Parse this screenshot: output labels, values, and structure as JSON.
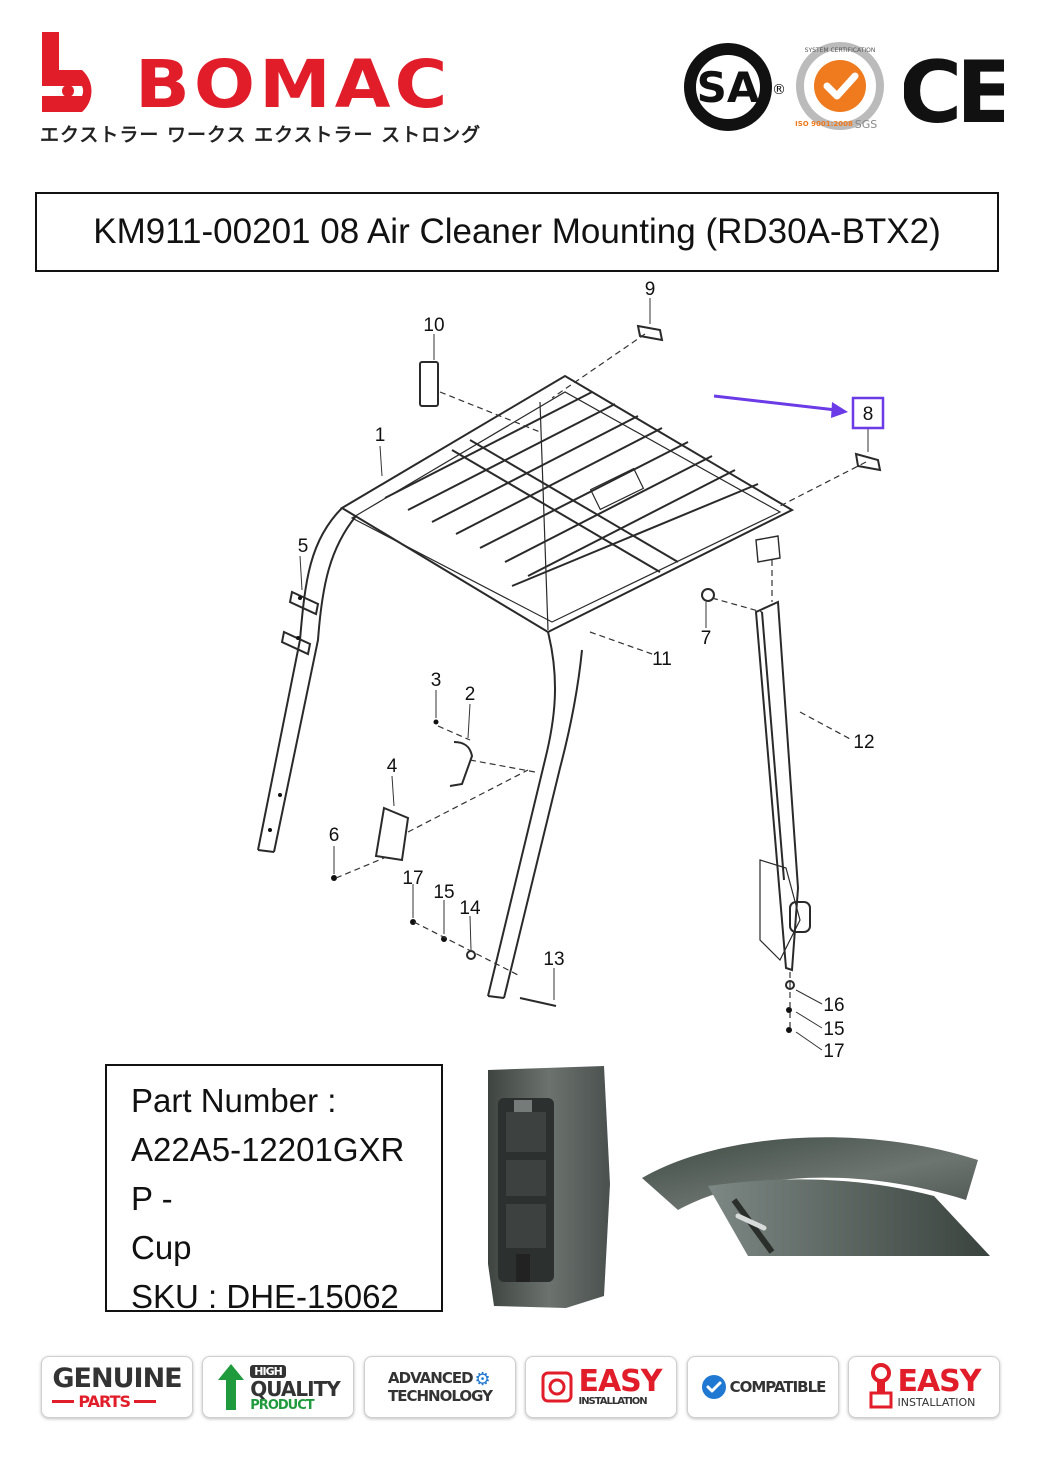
{
  "header": {
    "brand_name": "BOMAC",
    "brand_tagline": "エクストラー ワークス エクストラー ストロング",
    "certifications": {
      "csa": "SA",
      "iso_ring_top": "SYSTEM CERTIFICATION",
      "iso_ring_bottom": "ISO 9001:2008",
      "iso_sgs": "SGS",
      "ce": "CE"
    }
  },
  "title": "KM911-00201 08 Air Cleaner Mounting (RD30A-BTX2)",
  "diagram": {
    "callouts": [
      "1",
      "2",
      "3",
      "4",
      "5",
      "6",
      "7",
      "8",
      "9",
      "10",
      "11",
      "12",
      "13",
      "14",
      "15",
      "16",
      "17",
      "15",
      "17"
    ],
    "highlighted_callout": "8",
    "highlight_color": "#6a3be6"
  },
  "part_info": {
    "lines": [
      "Part Number :",
      "A22A5-12201GXR",
      "P -",
      "Cup",
      "SKU : DHE-15062"
    ]
  },
  "badges": [
    {
      "line1": "GENUINE",
      "line2": "PARTS"
    },
    {
      "line1": "HIGH",
      "line2": "QUALITY",
      "line3": "PRODUCT"
    },
    {
      "line1": "ADVANCED",
      "line2": "TECHNOLOGY"
    },
    {
      "line1": "EASY",
      "line2": "INSTALLATION"
    },
    {
      "line1": "COMPATIBLE"
    },
    {
      "line1": "EASY",
      "line2": "INSTALLATION"
    }
  ],
  "colors": {
    "brand_red": "#e11d2a",
    "green": "#1f9a3c",
    "blue": "#1f78d1",
    "orange": "#f07a1e"
  }
}
